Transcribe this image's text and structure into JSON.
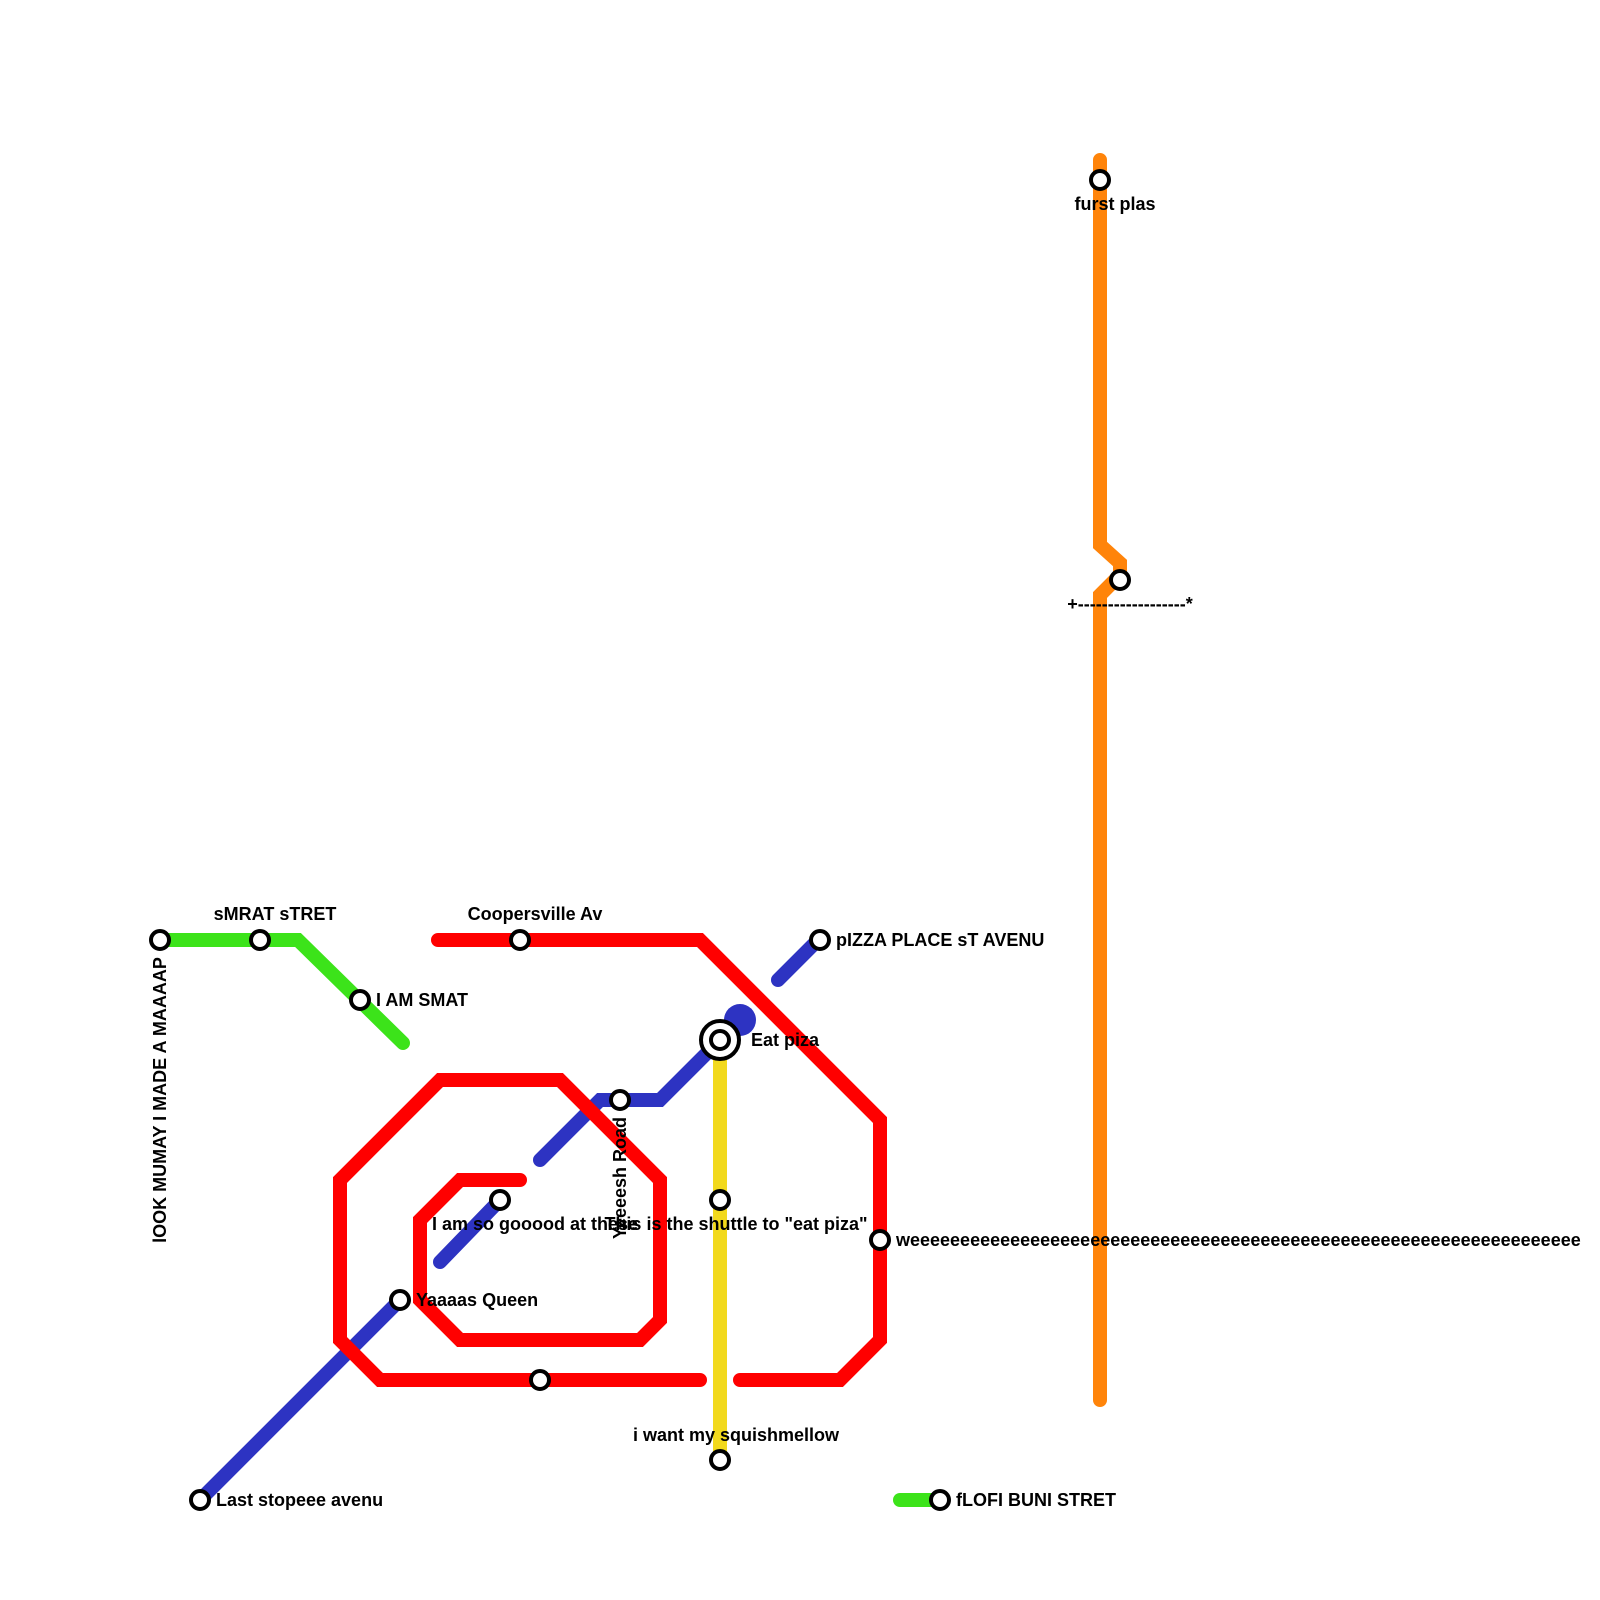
{
  "colors": {
    "red_line": "#ff0000",
    "blue_line": "#2d33c2",
    "green_line": "#3ce31a",
    "yellow_line": "#f2d91d",
    "orange_line": "#ff840a",
    "station_fill": "#ffffff",
    "station_stroke": "#000000",
    "background": "#ffffff"
  },
  "stations": [
    {
      "id": "furst-plas",
      "label": "furst plas"
    },
    {
      "id": "dashes",
      "label": "+------------------*"
    },
    {
      "id": "coopersville",
      "label": "Coopersville Av"
    },
    {
      "id": "smrat",
      "label": "sMRAT sTRET"
    },
    {
      "id": "lookmumay",
      "label": "lOOK MUMAY I MADE A MAAAAP"
    },
    {
      "id": "iamsmat",
      "label": "I AM SMAT"
    },
    {
      "id": "pizzaplace",
      "label": "pIZZA PLACE sT AVENU"
    },
    {
      "id": "eatpiza",
      "label": "Eat piza"
    },
    {
      "id": "yeeeesh",
      "label": "Yeeeesh Road"
    },
    {
      "id": "iamsogood",
      "label": "I am so gooood at these"
    },
    {
      "id": "shuttle",
      "label": "This is the shuttle to \"eat piza\""
    },
    {
      "id": "weee",
      "label": "weeeeeeeeeeeeeeeeeeeeeeeeeeeeeeeeeeeeeeeeeeeeeeeeeeeeeeeeeeeeeeeeeee"
    },
    {
      "id": "yaaaas",
      "label": "Yaaaas Queen"
    },
    {
      "id": "unnamed-red",
      "label": ""
    },
    {
      "id": "squishmellow",
      "label": "i want my squishmellow"
    },
    {
      "id": "laststop",
      "label": "Last stopeee avenu"
    },
    {
      "id": "flofi",
      "label": "fLOFI BUNI STRET"
    }
  ]
}
